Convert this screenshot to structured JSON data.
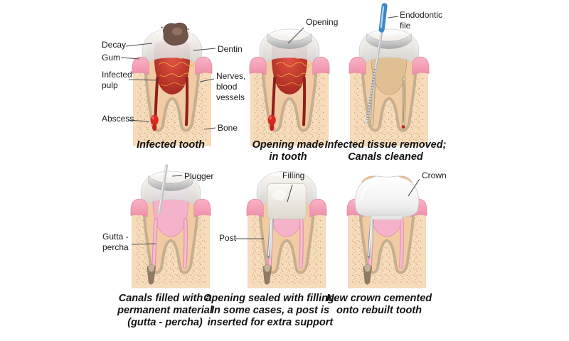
{
  "figure": {
    "panels": [
      {
        "caption": "Infected tooth",
        "labels": {
          "decay": "Decay",
          "gum": "Gum",
          "infected_pulp": "Infected\npulp",
          "abscess": "Abscess",
          "dentin": "Dentin",
          "nerves": "Nerves,\nblood\nvessels",
          "bone": "Bone"
        }
      },
      {
        "caption": "Opening made\nin tooth",
        "labels": {
          "opening": "Opening"
        }
      },
      {
        "caption": "Infected tissue removed;\nCanals cleaned",
        "labels": {
          "endodontic_file": "Endodontic\nfile"
        }
      },
      {
        "caption": "Canals filled with a\npermanent material\n(gutta - percha)",
        "labels": {
          "plugger": "Plugger",
          "gutta_percha": "Gutta -\npercha"
        }
      },
      {
        "caption": "Opening sealed with filling.\nIn some cases, a post is\ninserted for extra support",
        "labels": {
          "filling": "Filling",
          "post": "Post"
        }
      },
      {
        "caption": "New crown cemented\nonto rebuilt tooth",
        "labels": {
          "crown": "Crown"
        }
      }
    ],
    "colors": {
      "bone": "#f7dcbc",
      "bone_speckle": "#b5834f",
      "gum_pink": "#f7a6ba",
      "dentin": "#f0cba3",
      "socket": "#c2b094",
      "infected_pulp_red": "#c52f26",
      "nerve_yellow": "#f2ae3e",
      "gutta_percha_pink": "#f4b3ca",
      "enamel": "#f2f2f2",
      "file_handle_blue": "#3f86c4",
      "steel": "#b9bdc2"
    }
  }
}
